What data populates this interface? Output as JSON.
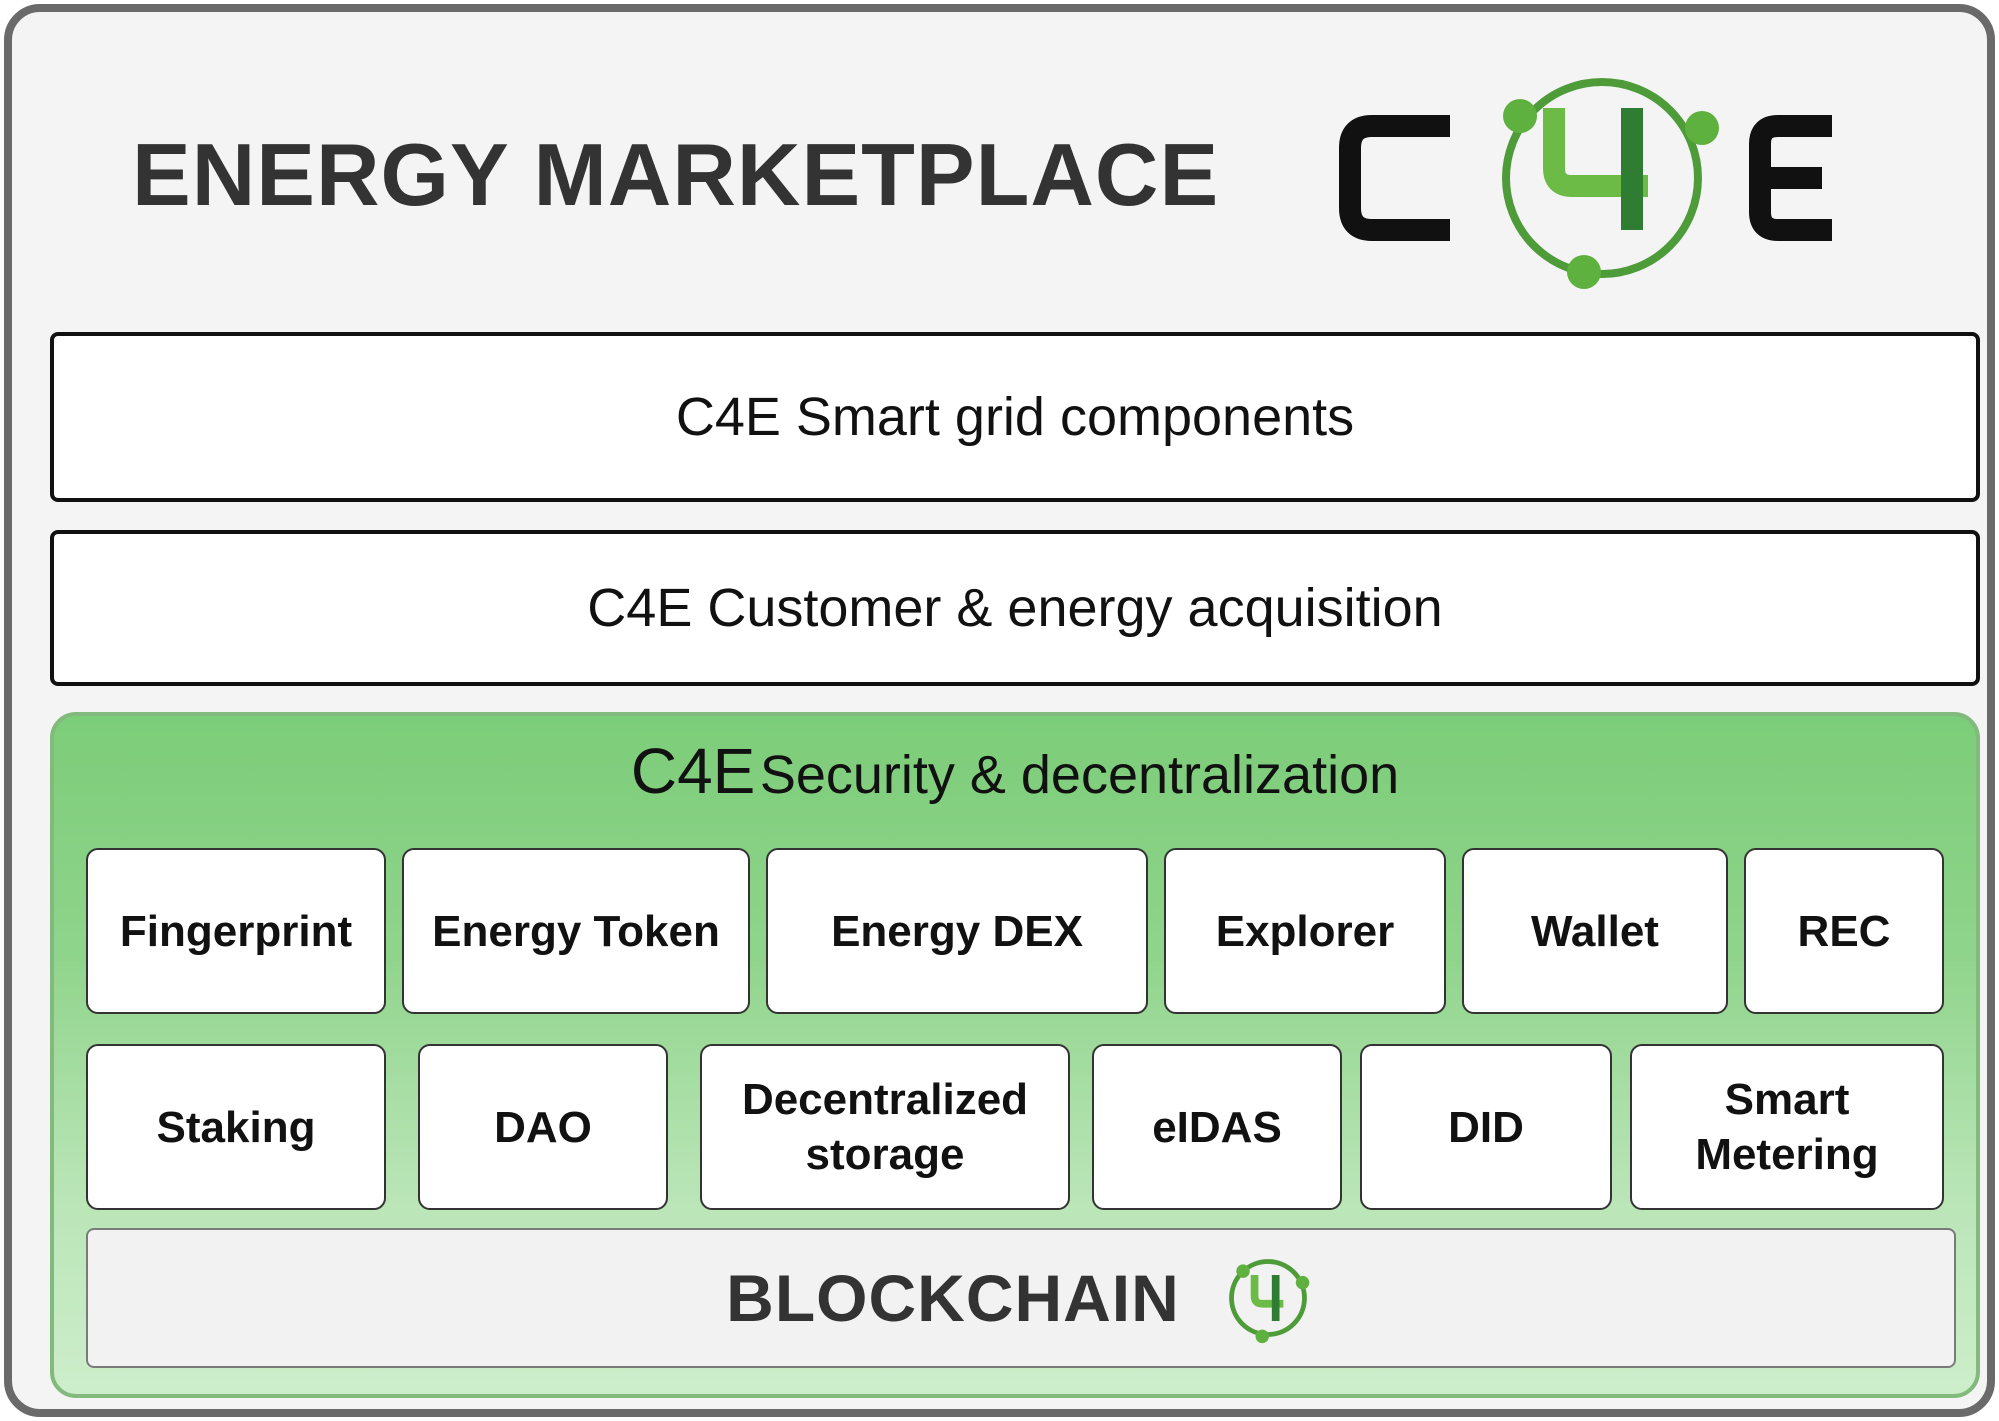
{
  "title": "ENERGY MARKETPLACE",
  "logo": {
    "text": "C4E",
    "colors": {
      "black": "#111111",
      "green": "#5fb13f",
      "dark_green": "#2f7d32"
    }
  },
  "layers": {
    "smart_grid": "C4E Smart grid components",
    "customer": "C4E Customer & energy acquisition"
  },
  "security": {
    "title_brand": "C4E",
    "title_rest": "Security & decentralization",
    "row1": [
      "Fingerprint",
      "Energy Token",
      "Energy DEX",
      "Explorer",
      "Wallet",
      "REC"
    ],
    "row2": [
      "Staking",
      "DAO",
      "Decentralized storage",
      "eIDAS",
      "DID",
      "Smart Metering"
    ],
    "blockchain_label": "BLOCKCHAIN"
  },
  "colors": {
    "frame": "#6a6a6a",
    "panel_green": "#7ccd79",
    "accent_green": "#5fb13f"
  }
}
